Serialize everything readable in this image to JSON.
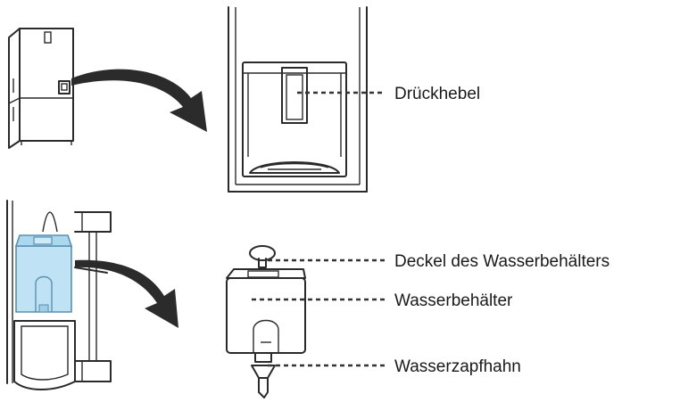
{
  "labels": {
    "lever": "Drückhebel",
    "tank_lid": "Deckel des Wasserbehälters",
    "tank": "Wasserbehälter",
    "tap": "Wasserzapfhahn"
  },
  "colors": {
    "tank_fill": "#bfe3f5",
    "tank_stroke": "#5a8fb0",
    "line": "#2a2a2a",
    "arrow": "#2b2b2b"
  }
}
